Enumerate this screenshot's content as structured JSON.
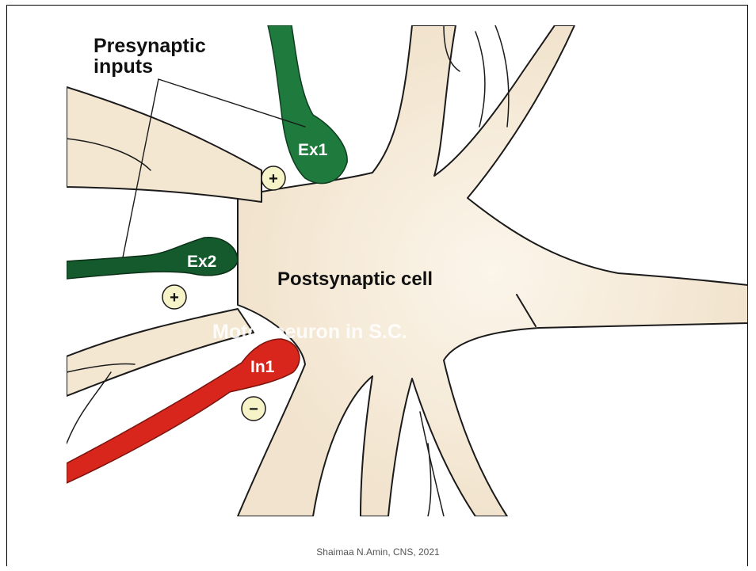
{
  "diagram": {
    "presynaptic_label_line1": "Presynaptic",
    "presynaptic_label_line2": "inputs",
    "ex1_label": "Ex1",
    "ex2_label": "Ex2",
    "in1_label": "In1",
    "plus_sign_1": "+",
    "plus_sign_2": "+",
    "minus_sign": "−",
    "postsynaptic_label": "Postsynaptic cell",
    "overlay_caption": "Motor neuron in S.C."
  },
  "footer": {
    "credit": "Shaimaa N.Amin, CNS, 2021"
  },
  "colors": {
    "cell_fill": "#f4e7d2",
    "cell_outline": "#1b1b1b",
    "excitatory_green": "#1e7a3d",
    "excitatory_green_dark": "#145a2c",
    "inhibitory_red": "#d8261c",
    "sign_circle_fill": "#f7f3c8",
    "overlay_text": "#ffffff"
  },
  "icons": {
    "plus_badge": "plus-circle-icon",
    "minus_badge": "minus-circle-icon"
  }
}
